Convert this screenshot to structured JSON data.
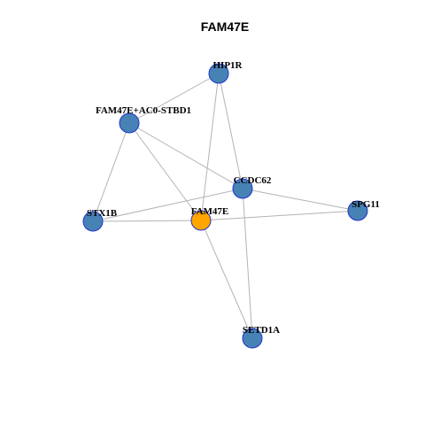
{
  "graph": {
    "title": "FAM47E",
    "colors": {
      "default_node": "#4682b4",
      "query_node": "#ffa500",
      "node_border": "#2233cc",
      "edge": "#b3b3b3"
    },
    "nodes": [
      {
        "id": "HIP1R",
        "label": "HIP1R",
        "query": false
      },
      {
        "id": "FAM47E+AC0-STBD1",
        "label": "FAM47E+AC0-STBD1",
        "query": false
      },
      {
        "id": "CCDC62",
        "label": "CCDC62",
        "query": false
      },
      {
        "id": "SPG11",
        "label": "SPG11",
        "query": false
      },
      {
        "id": "STX1B",
        "label": "STX1B",
        "query": false
      },
      {
        "id": "FAM47E",
        "label": "FAM47E",
        "query": true
      },
      {
        "id": "SETD1A",
        "label": "SETD1A",
        "query": false
      }
    ],
    "edges": [
      [
        "HIP1R",
        "FAM47E+AC0-STBD1"
      ],
      [
        "HIP1R",
        "CCDC62"
      ],
      [
        "HIP1R",
        "FAM47E"
      ],
      [
        "FAM47E+AC0-STBD1",
        "CCDC62"
      ],
      [
        "FAM47E+AC0-STBD1",
        "STX1B"
      ],
      [
        "FAM47E+AC0-STBD1",
        "FAM47E"
      ],
      [
        "CCDC62",
        "STX1B"
      ],
      [
        "CCDC62",
        "SPG11"
      ],
      [
        "CCDC62",
        "SETD1A"
      ],
      [
        "STX1B",
        "FAM47E"
      ],
      [
        "FAM47E",
        "SPG11"
      ],
      [
        "FAM47E",
        "SETD1A"
      ]
    ]
  }
}
